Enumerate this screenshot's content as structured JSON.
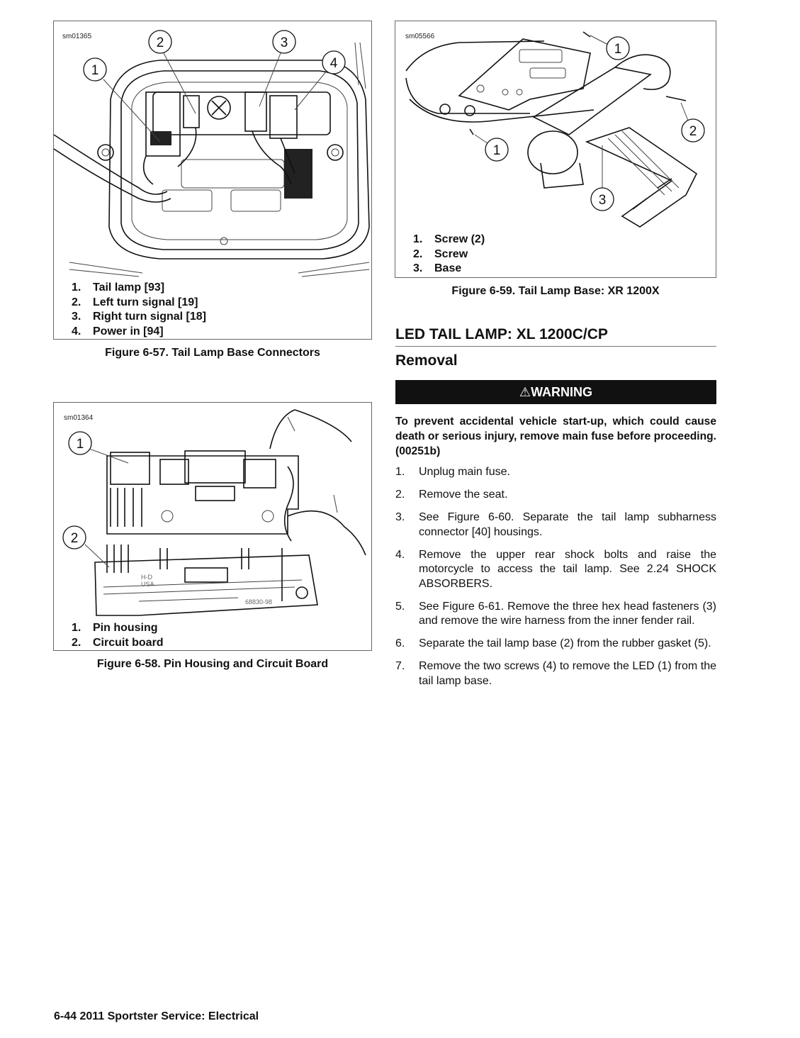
{
  "fig57": {
    "id": "sm01365",
    "callouts": [
      "1",
      "2",
      "3",
      "4"
    ],
    "legend": [
      {
        "n": "1.",
        "text": "Tail lamp [93]"
      },
      {
        "n": "2.",
        "text": "Left turn signal [19]"
      },
      {
        "n": "3.",
        "text": "Right turn signal [18]"
      },
      {
        "n": "4.",
        "text": "Power in [94]"
      }
    ],
    "caption": "Figure 6-57. Tail Lamp Base Connectors"
  },
  "fig58": {
    "id": "sm01364",
    "callouts": [
      "1",
      "2"
    ],
    "board_marks": [
      "H-D",
      "USA",
      "68830-98"
    ],
    "legend": [
      {
        "n": "1.",
        "text": "Pin housing"
      },
      {
        "n": "2.",
        "text": "Circuit board"
      }
    ],
    "caption": "Figure 6-58. Pin Housing and Circuit Board"
  },
  "fig59": {
    "id": "sm05566",
    "callouts": [
      "1",
      "2",
      "1",
      "3"
    ],
    "legend": [
      {
        "n": "1.",
        "text": "Screw (2)"
      },
      {
        "n": "2.",
        "text": "Screw"
      },
      {
        "n": "3.",
        "text": "Base"
      }
    ],
    "caption": "Figure 6-59. Tail Lamp Base: XR 1200X"
  },
  "section": {
    "title": "LED TAIL LAMP: XL 1200C/CP",
    "subtitle": "Removal"
  },
  "warning": {
    "symbol": "⚠",
    "label": "WARNING",
    "text": "To prevent accidental vehicle start-up, which could cause death or serious injury, remove main fuse before proceeding. (00251b)"
  },
  "steps": [
    {
      "n": "1.",
      "text": "Unplug main fuse."
    },
    {
      "n": "2.",
      "text": "Remove the seat."
    },
    {
      "n": "3.",
      "text": "See Figure 6-60. Separate the tail lamp subharness connector [40] housings."
    },
    {
      "n": "4.",
      "text": "Remove the upper rear shock bolts and raise the motorcycle to access the tail lamp. See 2.24 SHOCK ABSORBERS."
    },
    {
      "n": "5.",
      "text": "See Figure 6-61. Remove the three hex head fasteners (3) and remove the wire harness from the inner fender rail."
    },
    {
      "n": "6.",
      "text": "Separate the tail lamp base (2) from the rubber gasket (5)."
    },
    {
      "n": "7.",
      "text": "Remove the two screws (4) to remove the LED (1) from the tail lamp base."
    }
  ],
  "footer": "6-44  2011 Sportster Service:  Electrical"
}
